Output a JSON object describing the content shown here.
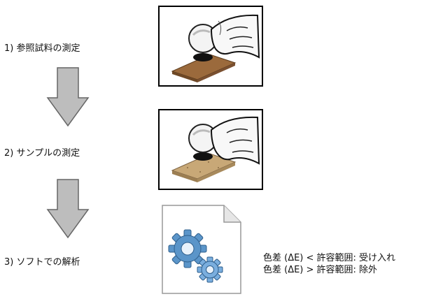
{
  "steps": [
    {
      "label": "1) 参照試料の測定",
      "illustration": "color-meter-on-brown-reference-sample"
    },
    {
      "label": "2) サンプルの測定",
      "illustration": "color-meter-on-beige-sample"
    },
    {
      "label": "3) ソフトでの解析",
      "illustration": "software-document-gears-icon"
    }
  ],
  "notes": {
    "accept": "色差 (ΔE) < 許容範囲: 受け入れ",
    "reject": "色差 (ΔE) > 許容範囲: 除外"
  },
  "colors": {
    "arrow_fill": "#bdbdbd",
    "arrow_stroke": "#666666",
    "reference_sample": "#9b6a3c",
    "test_sample": "#c8a877",
    "gear": "#5b95c9"
  }
}
